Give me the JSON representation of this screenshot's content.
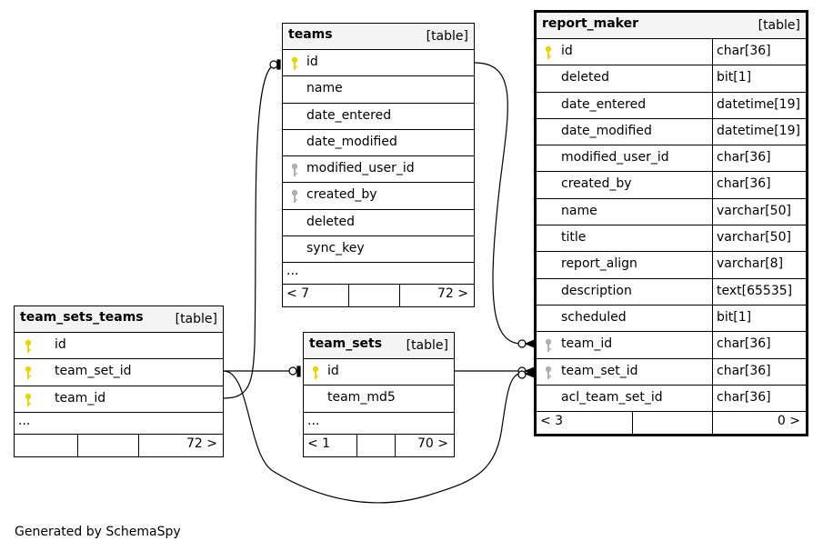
{
  "tables": {
    "teams": {
      "name": "teams",
      "kind": "[table]",
      "columns": [
        {
          "name": "id",
          "key": "primary"
        },
        {
          "name": "name",
          "key": "none"
        },
        {
          "name": "date_entered",
          "key": "none"
        },
        {
          "name": "date_modified",
          "key": "none"
        },
        {
          "name": "modified_user_id",
          "key": "foreign"
        },
        {
          "name": "created_by",
          "key": "foreign"
        },
        {
          "name": "deleted",
          "key": "none"
        },
        {
          "name": "sync_key",
          "key": "none"
        }
      ],
      "ellipsis": "...",
      "footer_left": "< 7",
      "footer_right": "72 >"
    },
    "report_maker": {
      "name": "report_maker",
      "kind": "[table]",
      "columns": [
        {
          "name": "id",
          "type": "char[36]",
          "key": "primary"
        },
        {
          "name": "deleted",
          "type": "bit[1]",
          "key": "none"
        },
        {
          "name": "date_entered",
          "type": "datetime[19]",
          "key": "none"
        },
        {
          "name": "date_modified",
          "type": "datetime[19]",
          "key": "none"
        },
        {
          "name": "modified_user_id",
          "type": "char[36]",
          "key": "none"
        },
        {
          "name": "created_by",
          "type": "char[36]",
          "key": "none"
        },
        {
          "name": "name",
          "type": "varchar[50]",
          "key": "none"
        },
        {
          "name": "title",
          "type": "varchar[50]",
          "key": "none"
        },
        {
          "name": "report_align",
          "type": "varchar[8]",
          "key": "none"
        },
        {
          "name": "description",
          "type": "text[65535]",
          "key": "none"
        },
        {
          "name": "scheduled",
          "type": "bit[1]",
          "key": "none"
        },
        {
          "name": "team_id",
          "type": "char[36]",
          "key": "foreign"
        },
        {
          "name": "team_set_id",
          "type": "char[36]",
          "key": "foreign"
        },
        {
          "name": "acl_team_set_id",
          "type": "char[36]",
          "key": "none"
        }
      ],
      "footer_left": "< 3",
      "footer_right": "0 >"
    },
    "team_sets_teams": {
      "name": "team_sets_teams",
      "kind": "[table]",
      "columns": [
        {
          "name": "id",
          "key": "primary"
        },
        {
          "name": "team_set_id",
          "key": "primary"
        },
        {
          "name": "team_id",
          "key": "primary"
        }
      ],
      "ellipsis": "...",
      "footer_left": "",
      "footer_right": "72 >"
    },
    "team_sets": {
      "name": "team_sets",
      "kind": "[table]",
      "columns": [
        {
          "name": "id",
          "key": "primary"
        },
        {
          "name": "team_md5",
          "key": "none"
        }
      ],
      "ellipsis": "...",
      "footer_left": "< 1",
      "footer_right": "70 >"
    }
  },
  "key_colors": {
    "primary": "#e6d800",
    "foreign": "#b0b0b0"
  },
  "footer_text": "Generated by SchemaSpy"
}
